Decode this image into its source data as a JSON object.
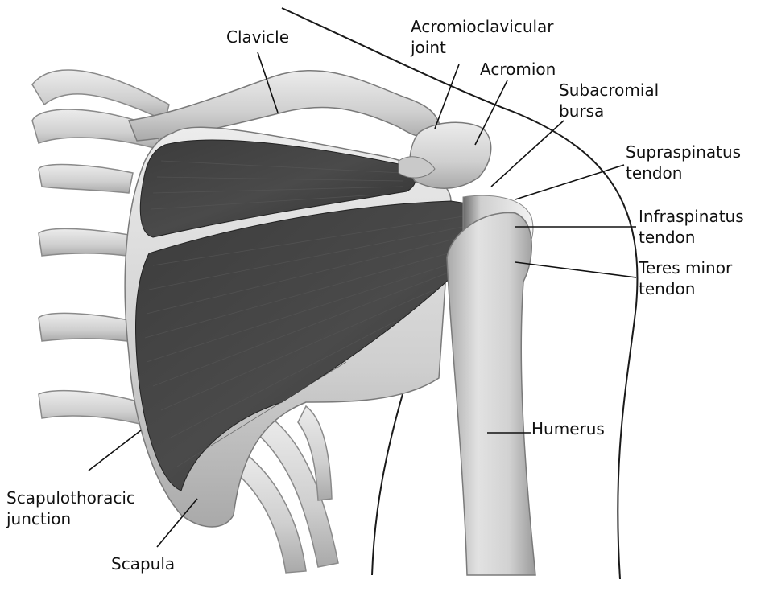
{
  "figure": {
    "labels": {
      "clavicle": [
        "Clavicle"
      ],
      "acromioclavicular_joint": [
        "Acromioclavicular",
        "joint"
      ],
      "acromion": [
        "Acromion"
      ],
      "subacromial_bursa": [
        "Subacromial",
        "bursa"
      ],
      "supraspinatus_tendon": [
        "Supraspinatus",
        "tendon"
      ],
      "infraspinatus_tendon": [
        "Infraspinatus",
        "tendon"
      ],
      "teres_minor_tendon": [
        "Teres minor",
        "tendon"
      ],
      "humerus": [
        "Humerus"
      ],
      "scapulothoracic_junction": [
        "Scapulothoracic",
        "junction"
      ],
      "scapula": [
        "Scapula"
      ]
    },
    "colors": {
      "muscle": "#3a3a3a",
      "bone": "#d9d9d9",
      "bone_shade": "#a8a8a8",
      "tendon": "#eeeeee",
      "outline": "#1a1a1a"
    }
  }
}
